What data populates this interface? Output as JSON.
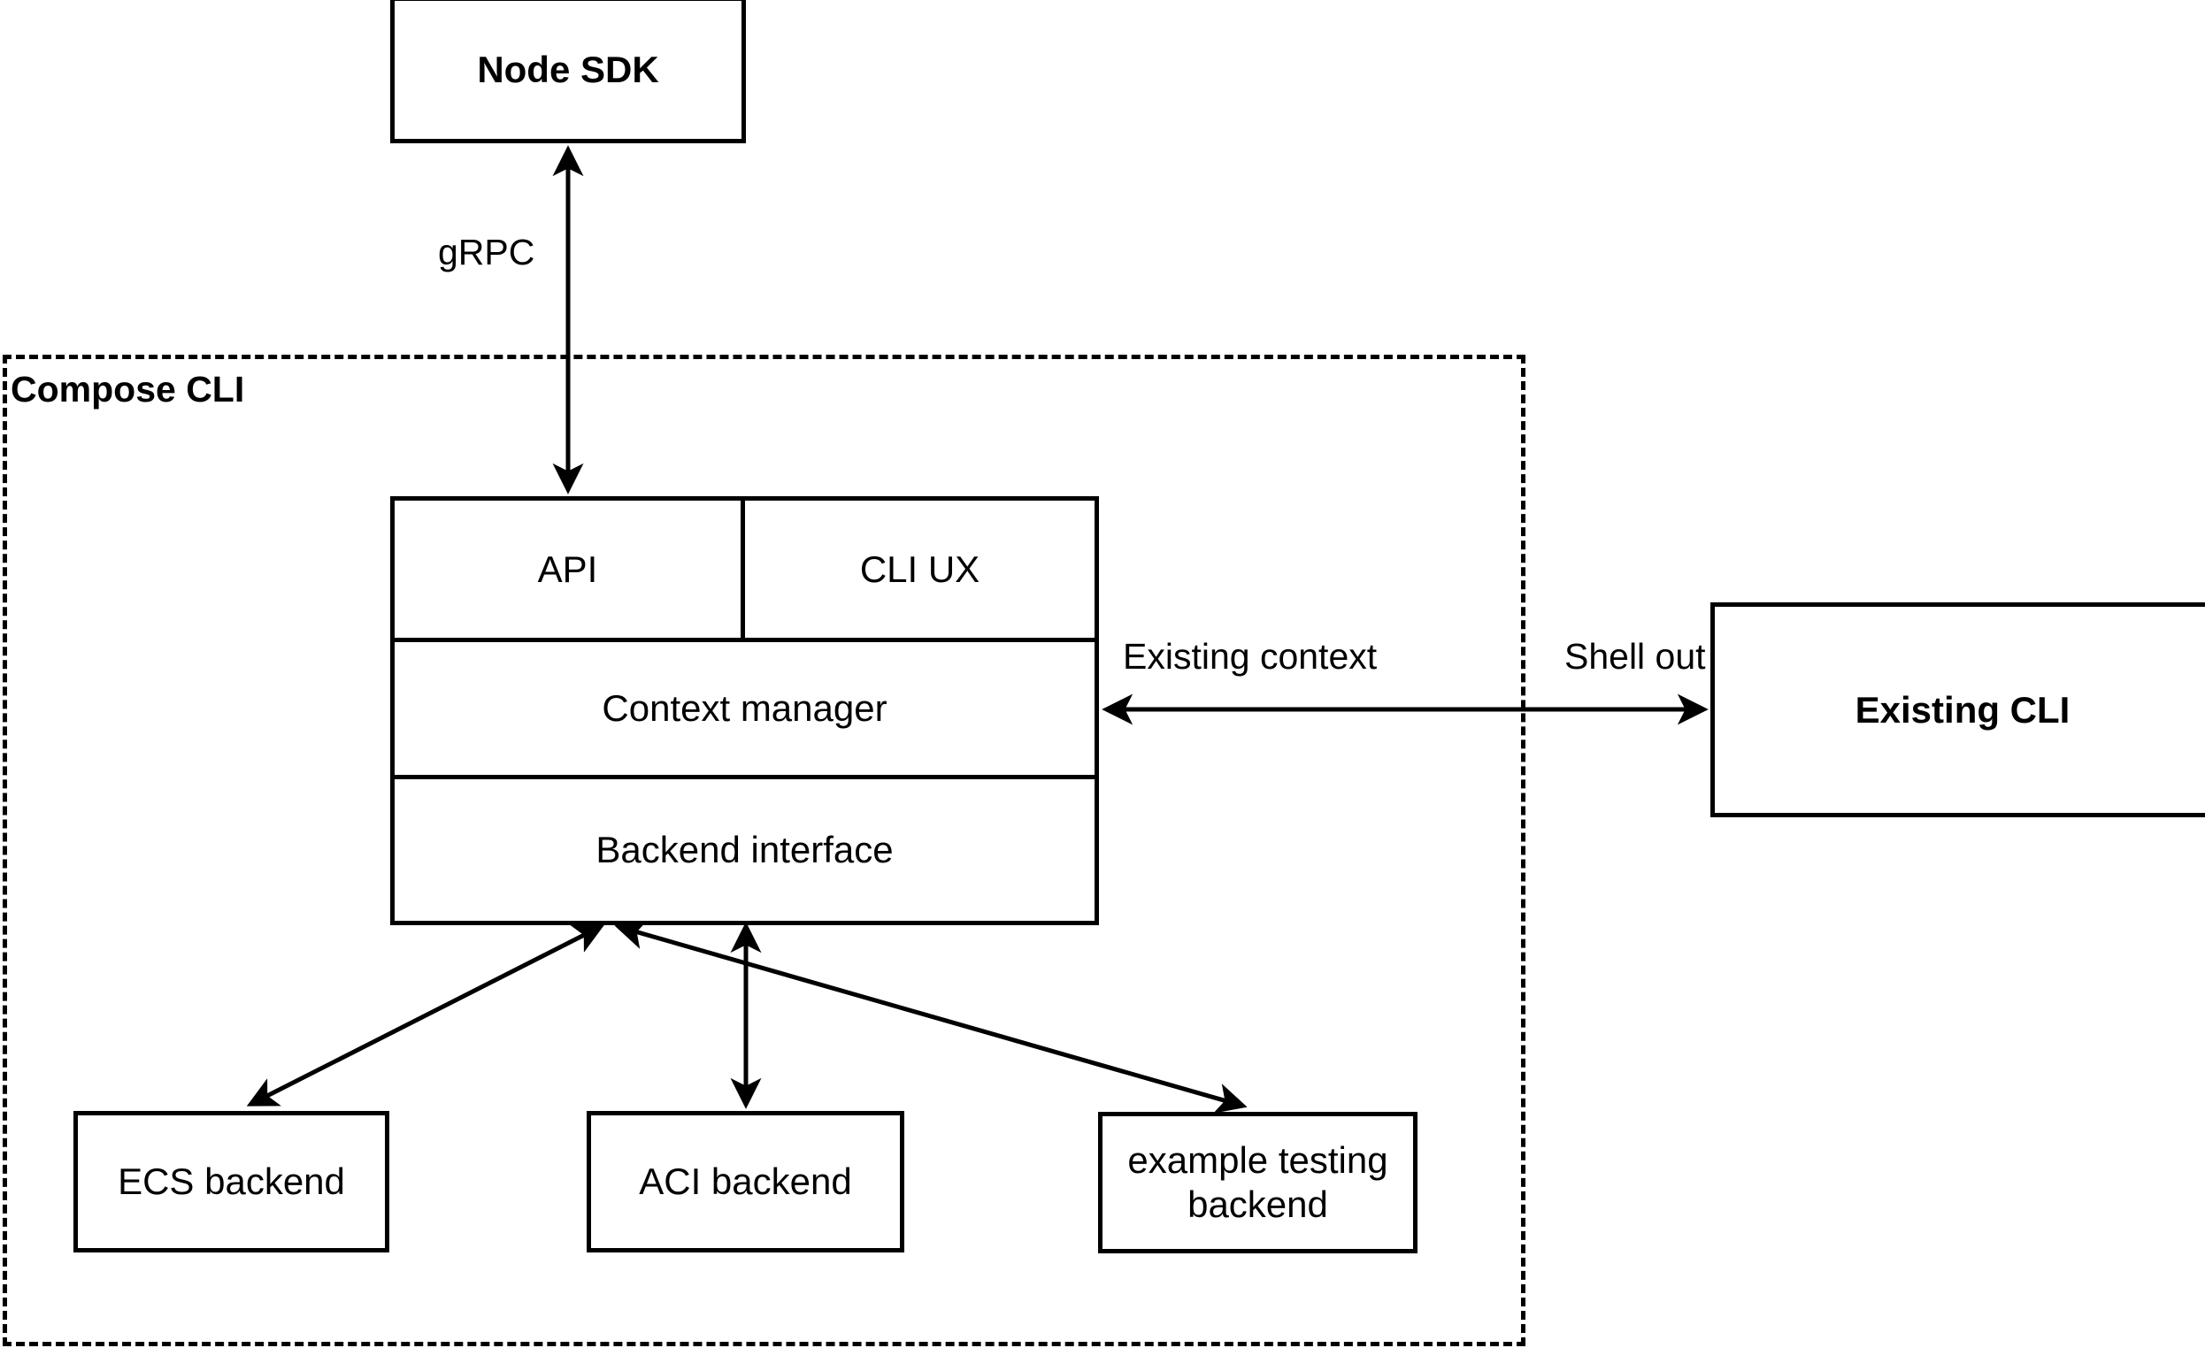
{
  "diagram": {
    "title_group": "Compose CLI",
    "nodes": {
      "node_sdk": "Node SDK",
      "api": "API",
      "cli_ux": "CLI UX",
      "context_manager": "Context manager",
      "backend_interface": "Backend interface",
      "existing_cli": "Existing CLI",
      "ecs_backend": "ECS backend",
      "aci_backend": "ACI backend",
      "example_testing_backend_line1": "example testing",
      "example_testing_backend_line2": "backend"
    },
    "edges": {
      "grpc": "gRPC",
      "existing_context": "Existing context",
      "shell_out": "Shell out"
    },
    "colors": {
      "stroke": "#000000",
      "fill": "#ffffff",
      "text": "#000000"
    }
  }
}
